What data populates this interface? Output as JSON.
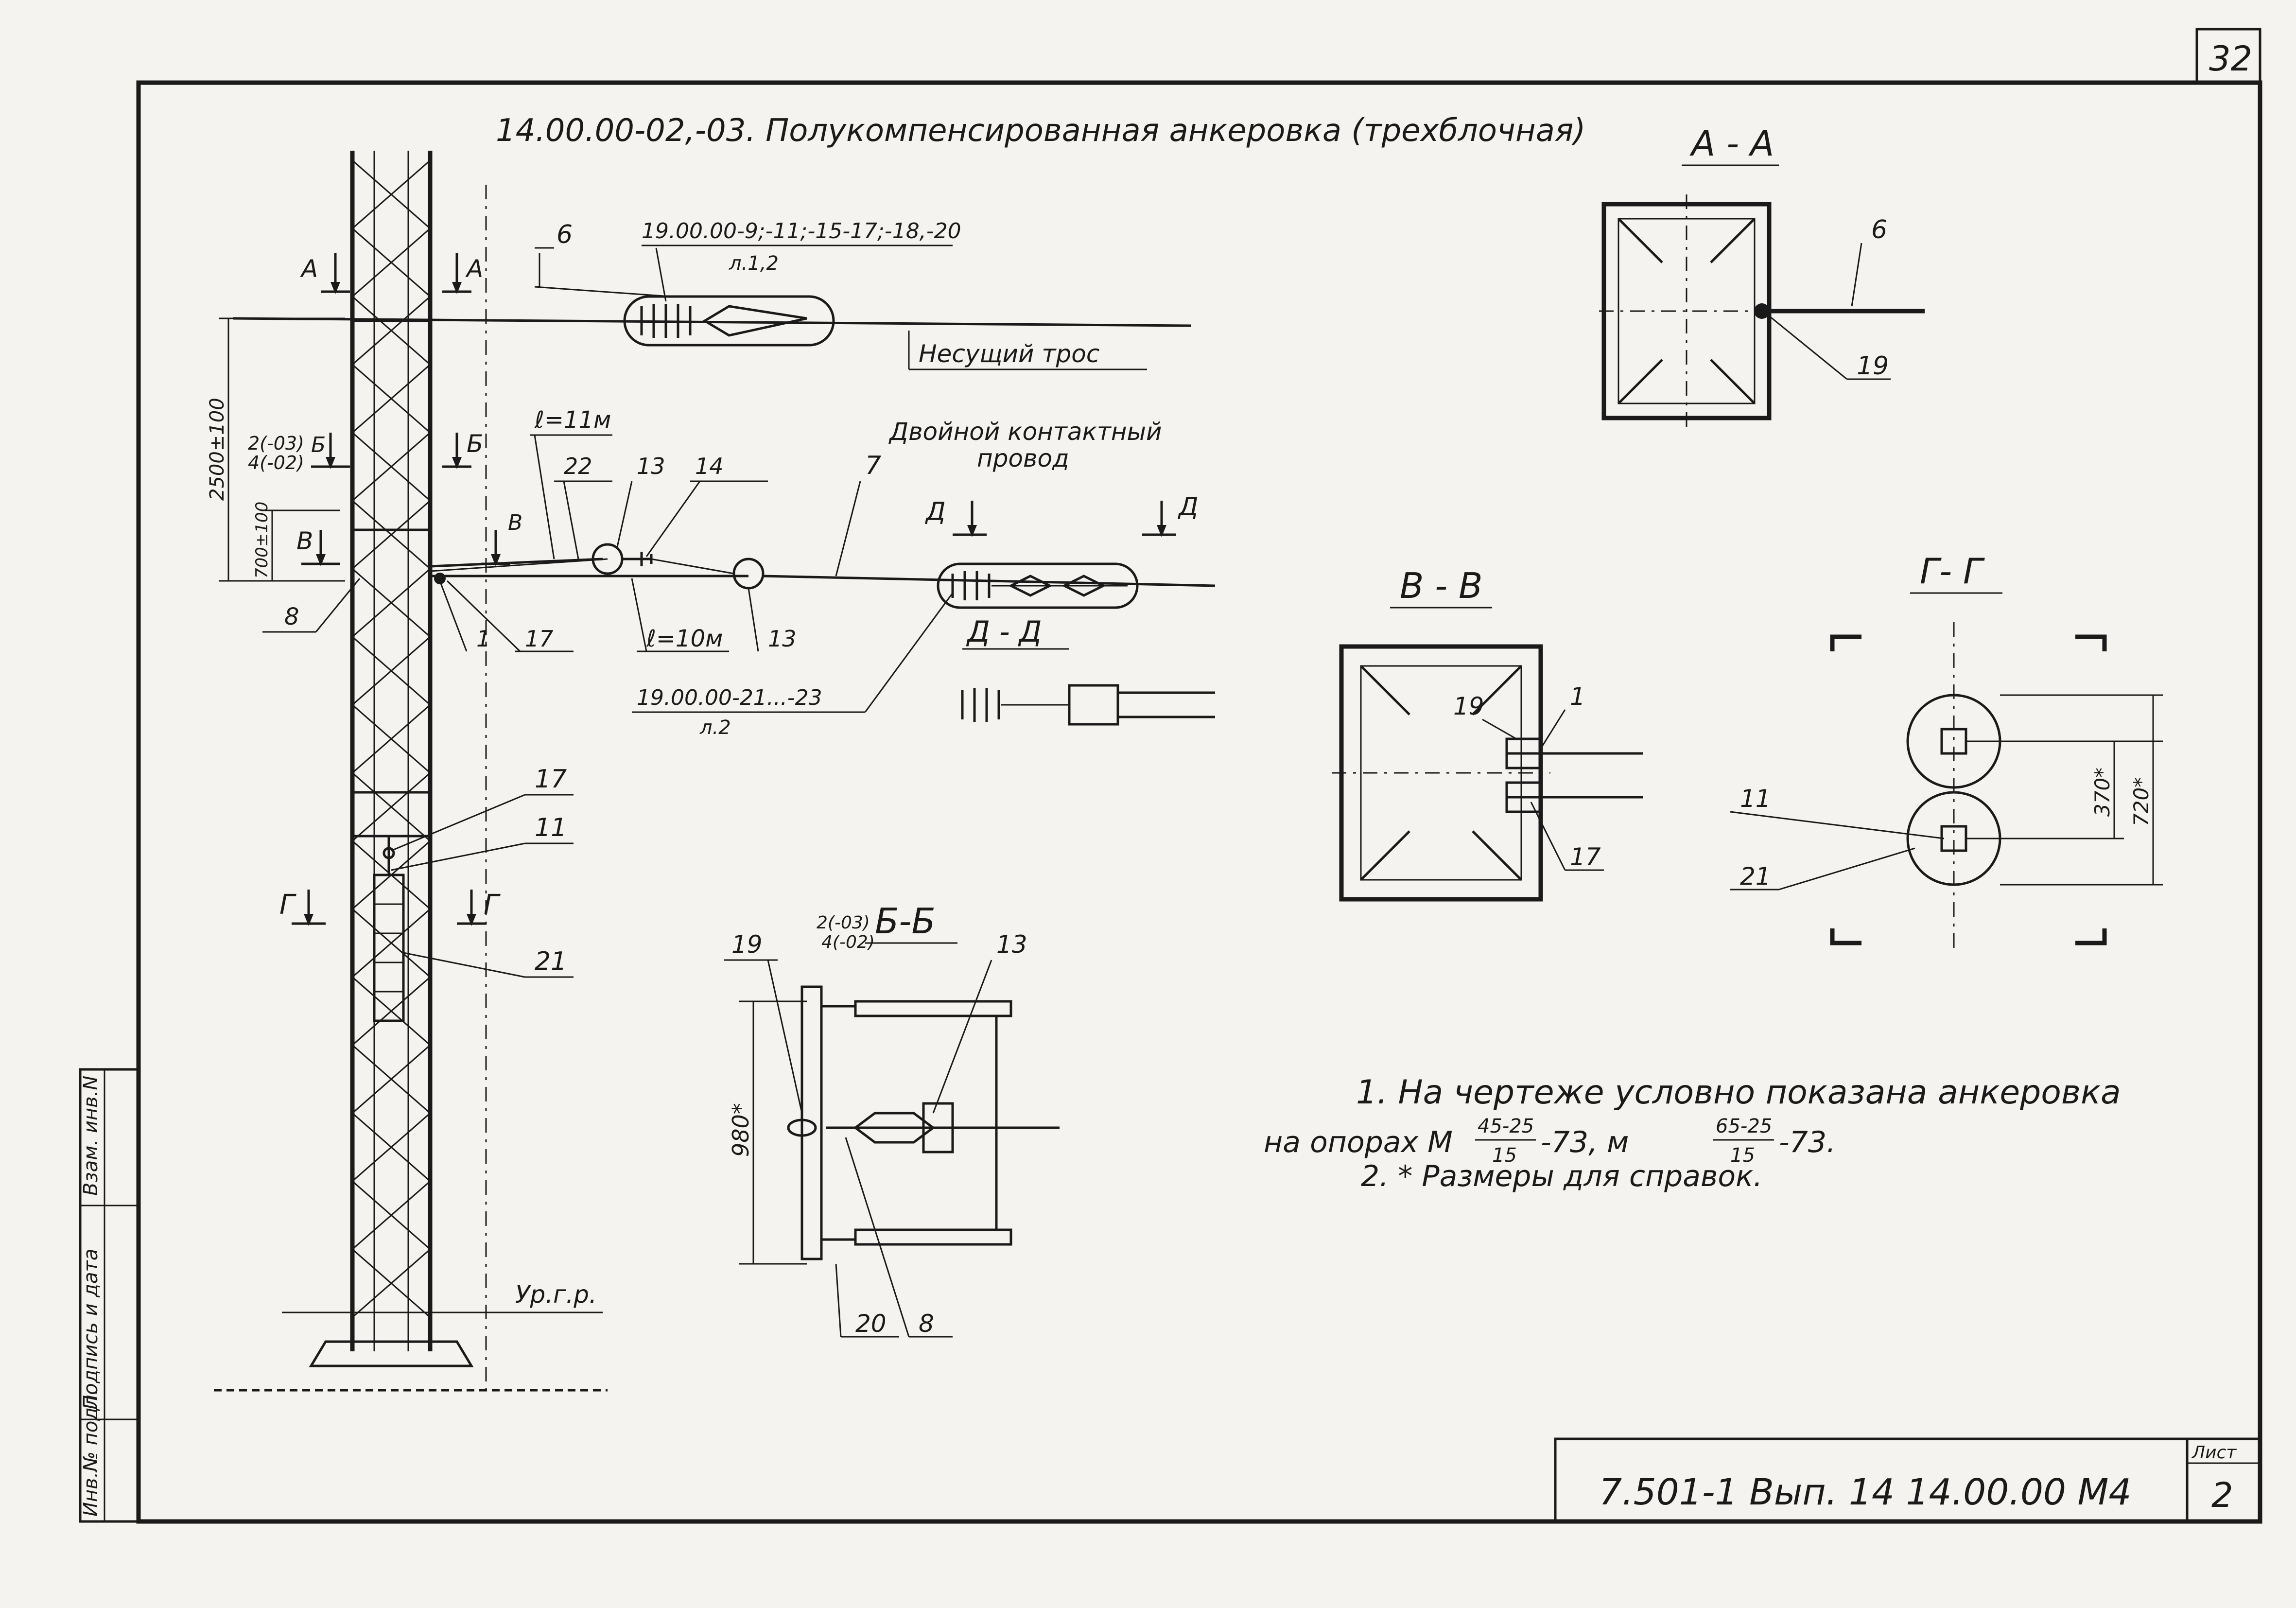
{
  "sheet_number": "32",
  "title": "14.00.00-02,-03. Полукомпенсированная анкеровка (трехблочная)",
  "side_stamp": {
    "inv_podl": "Инв.№ подл.",
    "podpis": "Подпись и дата",
    "vzam": "Взам. инв.N"
  },
  "title_block": {
    "code": "7.501-1 Вып. 14 14.00.00 М4",
    "list_label": "Лист",
    "list_number": "2"
  },
  "labels": {
    "sec_a": "А",
    "sec_b": "Б",
    "sec_v": "В",
    "sec_g": "Г",
    "sec_d": "Д",
    "ref_1": "1",
    "ref_6": "6",
    "ref_7": "7",
    "ref_8": "8",
    "ref_11": "11",
    "ref_13": "13",
    "ref_14": "14",
    "ref_17": "17",
    "ref_19": "19",
    "ref_20": "20",
    "ref_21": "21",
    "ref_22": "22",
    "ref_23": "2(-03)",
    "ref_24": "4(-02)",
    "l11": "ℓ=11м",
    "l10": "ℓ=10м",
    "dim_2500": "2500±100",
    "dim_700": "700±100",
    "dim_980": "980*",
    "dim_370": "370*",
    "dim_720": "720*",
    "ref_top": "19.00.00-9;-11;-15-17;-18,-20",
    "ref_top_sheet": "л.1,2",
    "ref_bot": "19.00.00-21...-23",
    "ref_bot_sheet": "л.2",
    "nesuschiy": "Несущий трос",
    "dvoinoy": "Двойной контактный",
    "provod": "провод",
    "urgr": "Ур.г.р."
  },
  "views": {
    "aa": "А - А",
    "bb": "Б-Б",
    "vv": "В - В",
    "gg": "Г- Г",
    "dd": "Д - Д"
  },
  "notes": {
    "n1": "1. На чертеже условно показана анкеровка",
    "n1b_pre": "на опорах  М",
    "n1b_f1_num": "45-25",
    "n1b_f1_den": "15",
    "n1b_mid": "-73,  м",
    "n1b_f2_num": "65-25",
    "n1b_f2_den": "15",
    "n1b_end": "-73.",
    "n2": "2. * Размеры для справок."
  }
}
